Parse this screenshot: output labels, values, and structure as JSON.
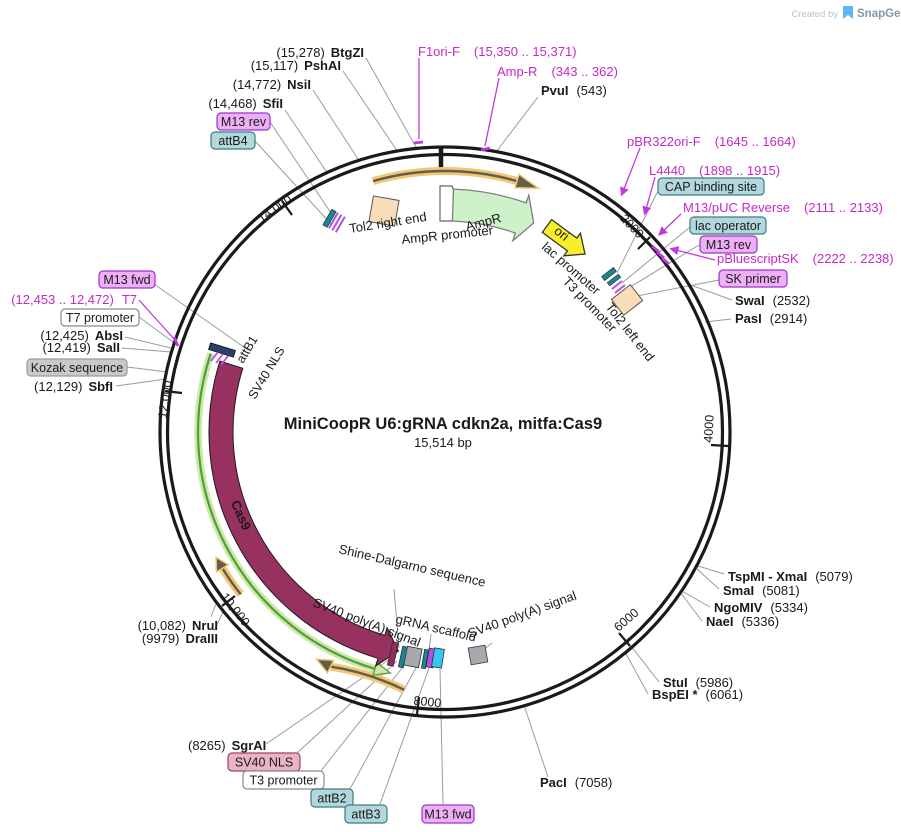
{
  "watermark": {
    "created_by": "Created by",
    "brand": "SnapGene"
  },
  "title": {
    "name": "MiniCoopR U6:gRNA cdkn2a, mitfa:Cas9",
    "size": "15,514 bp"
  },
  "ticks": {
    "k2": "2000",
    "k4": "4000",
    "k6": "6000",
    "k8": "8000",
    "k10": "10,000",
    "k12": "12,000",
    "k14": "14,000"
  },
  "enzymes": {
    "btgzi": {
      "pos": "(15,278)",
      "name": "BtgZI"
    },
    "pshai": {
      "pos": "(15,117)",
      "name": "PshAI"
    },
    "nsii": {
      "pos": "(14,772)",
      "name": "NsiI"
    },
    "sfii": {
      "pos": "(14,468)",
      "name": "SfiI"
    },
    "pvui": {
      "name": "PvuI",
      "pos": "(543)"
    },
    "swai": {
      "name": "SwaI",
      "pos": "(2532)"
    },
    "pasi": {
      "name": "PasI",
      "pos": "(2914)"
    },
    "tspmi": {
      "name": "TspMI  - XmaI",
      "pos": "(5079)"
    },
    "smai": {
      "name": "SmaI",
      "pos": "(5081)"
    },
    "ngomiv": {
      "name": "NgoMIV",
      "pos": "(5334)"
    },
    "naei": {
      "name": "NaeI",
      "pos": "(5336)"
    },
    "stui": {
      "name": "StuI",
      "pos": "(5986)"
    },
    "bspei": {
      "name": "BspEI *",
      "pos": "(6061)"
    },
    "paci": {
      "name": "PacI",
      "pos": "(7058)"
    },
    "sgrai": {
      "pos": "(8265)",
      "name": "SgrAI"
    },
    "nrui": {
      "pos": "(10,082)",
      "name": "NruI"
    },
    "draiii": {
      "pos": "(9979)",
      "name": "DraIII"
    },
    "sbfi": {
      "pos": "(12,129)",
      "name": "SbfI"
    },
    "sali": {
      "pos": "(12,419)",
      "name": "SalI"
    },
    "absi": {
      "pos": "(12,425)",
      "name": "AbsI"
    }
  },
  "primers": {
    "f1ori_f": {
      "name": "F1ori-F",
      "range": "(15,350 .. 15,371)"
    },
    "amp_r": {
      "name": "Amp-R",
      "range": "(343 .. 362)"
    },
    "pbr322ori_f": {
      "name": "pBR322ori-F",
      "range": "(1645 .. 1664)"
    },
    "l4440": {
      "name": "L4440",
      "range": "(1898 .. 1915)"
    },
    "m13_puc_rev": {
      "name": "M13/pUC Reverse",
      "range": "(2111 .. 2133)"
    },
    "pbluescriptsk": {
      "name": "pBluescriptSK",
      "range": "(2222 .. 2238)"
    },
    "t7": {
      "range": "(12,453 .. 12,472)",
      "name": "T7"
    }
  },
  "site_boxes": {
    "m13_rev_top": "M13 rev",
    "attb4": "attB4",
    "cap": "CAP binding site",
    "lac_operator": "lac operator",
    "m13_rev_right": "M13 rev",
    "sk_primer": "SK primer",
    "m13_fwd_left": "M13 fwd",
    "t7_promoter": "T7 promoter",
    "kozak": "Kozak sequence",
    "sv40_nls": "SV40 NLS",
    "t3_promoter": "T3 promoter",
    "attb2": "attB2",
    "attb3": "attB3",
    "m13_fwd_bottom": "M13 fwd"
  },
  "features": {
    "tol2_right": "Tol2 right end",
    "ampr_promoter": "AmpR promoter",
    "ampr": "AmpR",
    "ori": "ori",
    "lac_promoter": "lac promoter",
    "t3_promoter": "T3 promoter",
    "tol2_left": "Tol2 left end",
    "cas9": "Cas9",
    "attb1": "attB1",
    "sv40_nls": "SV40 NLS",
    "shine_dalgarno": "Shine-Dalgarno sequence",
    "sv40_polya_left": "SV40 poly(A) signal",
    "grna_scaffold": "gRNA scaffold",
    "sv40_polya_right": "SV40 poly(A) signal"
  },
  "colors": {
    "ring": "#1a1a1a",
    "magenta_text": "#c42ac4",
    "purple_line": "#c13ae0",
    "cas9_fill": "#97315f",
    "ampr_fill": "#cdf2c9",
    "ori_fill": "#f8ef2a",
    "orf_light": "#f3c577",
    "orf_dark": "#5f5f4a",
    "green_orf": "#509e3e",
    "green_orf_halo": "#cde9a6",
    "tol2_fill": "#f8ddb8",
    "teal_site": "#1a8693",
    "cyan_site": "#35c8f5",
    "purple_site": "#b052e0",
    "gray_site": "#a8a8b0",
    "navy_site": "#2c3e6b",
    "teal_box": "#b2d8dd",
    "purple_box": "#edaff5",
    "pink_box": "#e8b3c6",
    "gray_box": "#c9c9c9"
  }
}
